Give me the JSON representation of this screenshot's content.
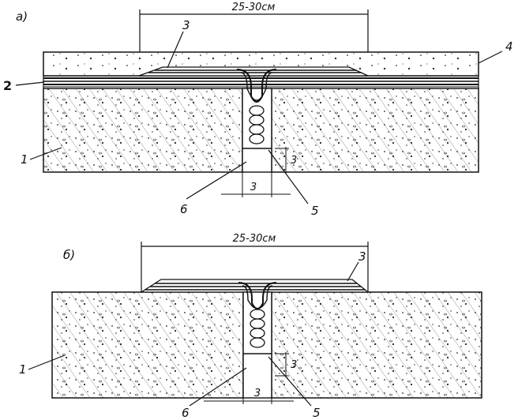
{
  "figure_a": {
    "label": "а)",
    "dimension": "25-30см",
    "callouts": {
      "c1": "1",
      "c2": "2",
      "c3": "3",
      "c4": "4",
      "c5": "5",
      "c6": "6"
    },
    "gap_width": "3",
    "gap_height": "3"
  },
  "figure_b": {
    "label": "б)",
    "dimension": "25-30см",
    "callouts": {
      "c1": "1",
      "c3": "3",
      "c5": "5",
      "c6": "6"
    },
    "gap_width": "3",
    "gap_height": "3"
  }
}
